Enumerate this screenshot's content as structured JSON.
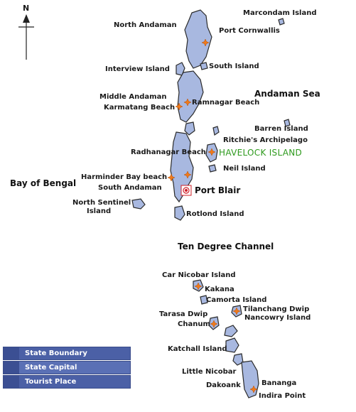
{
  "compass": {
    "label": "N"
  },
  "seas": {
    "andaman_sea": "Andaman Sea",
    "bay_of_bengal": "Bay of Bengal",
    "ten_degree_channel": "Ten Degree Channel"
  },
  "capital": {
    "label": "Port Blair"
  },
  "highlight": {
    "label": "HAVELOCK ISLAND",
    "color": "#2e9a1d"
  },
  "labels": {
    "marcondam": "Marcondam Island",
    "north_andaman": "North Andaman",
    "port_cornwallis": "Port Cornwallis",
    "interview": "Interview Island",
    "south_island": "South Island",
    "middle_andaman": "Middle Andaman",
    "karmatang": "Karmatang Beach",
    "ramnagar": "Ramnagar Beach",
    "barren": "Barren Island",
    "ritchie": "Ritchie's Archipelago",
    "radhanagar": "Radhanagar Beach",
    "neil": "Neil Island",
    "harminder": "Harminder Bay beach",
    "south_andaman": "South Andaman",
    "north_sentinel_1": "North Sentinel",
    "north_sentinel_2": "Island",
    "rotlond": "Rotlond Island",
    "car_nicobar": "Car Nicobar Island",
    "kakana": "Kakana",
    "camorta": "Camorta Island",
    "tilanchang": "Tilanchang Dwip",
    "tarasa": "Tarasa Dwip",
    "nancowry": "Nancowry Island",
    "chanum": "Chanum",
    "katchall": "Katchall Island",
    "little_nicobar": "Little Nicobar",
    "bananga": "Bananga",
    "dakoank": "Dakoank",
    "indira_point": "Indira Point"
  },
  "legend": {
    "state_boundary": "State Boundary",
    "state_capital": "State Capital",
    "tourist_place": "Tourist Place"
  },
  "colors": {
    "land_fill": "#a8b8e0",
    "land_stroke": "#2a2a2a",
    "tourist_marker": "#f07a1a",
    "capital_marker": "#d0202a",
    "legend_bg": "#4b60a6"
  }
}
